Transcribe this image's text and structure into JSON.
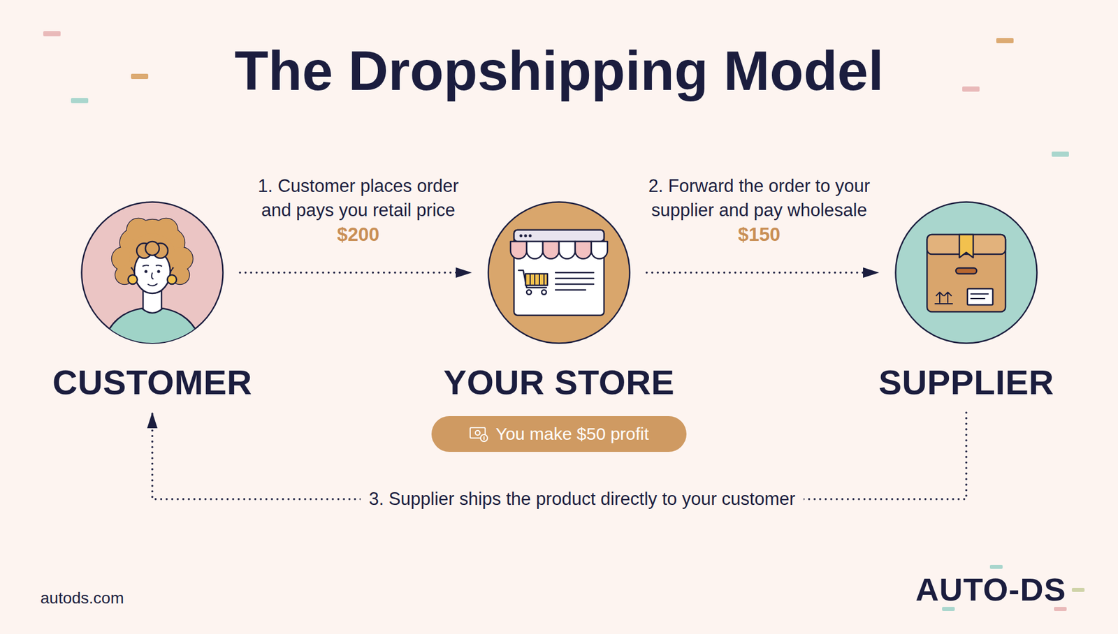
{
  "diagram": {
    "title": "The Dropshipping Model",
    "nodes": [
      {
        "text": [
          "CUSTOMER"
        ]
      },
      {
        "text": [
          "YOUR STORE"
        ]
      },
      {
        "text": [
          "SUPPLIER"
        ]
      },
      {
        "text": [
          "You make $50 profit"
        ]
      }
    ],
    "edges": [
      {
        "from": 0,
        "to": 1,
        "arrow": "to",
        "label": "1. Customer places order and pays you retail price"
      },
      {
        "from": 1,
        "to": 2,
        "arrow": "to",
        "label": "2. Forward the order to your supplier and pay wholesale"
      },
      {
        "from": 2,
        "to": 0,
        "arrow": "to",
        "label": "3. Supplier ships the product directly to your customer"
      }
    ],
    "labels": [
      "$200",
      "$150",
      "autods.com",
      "AUTO-DS"
    ]
  }
}
